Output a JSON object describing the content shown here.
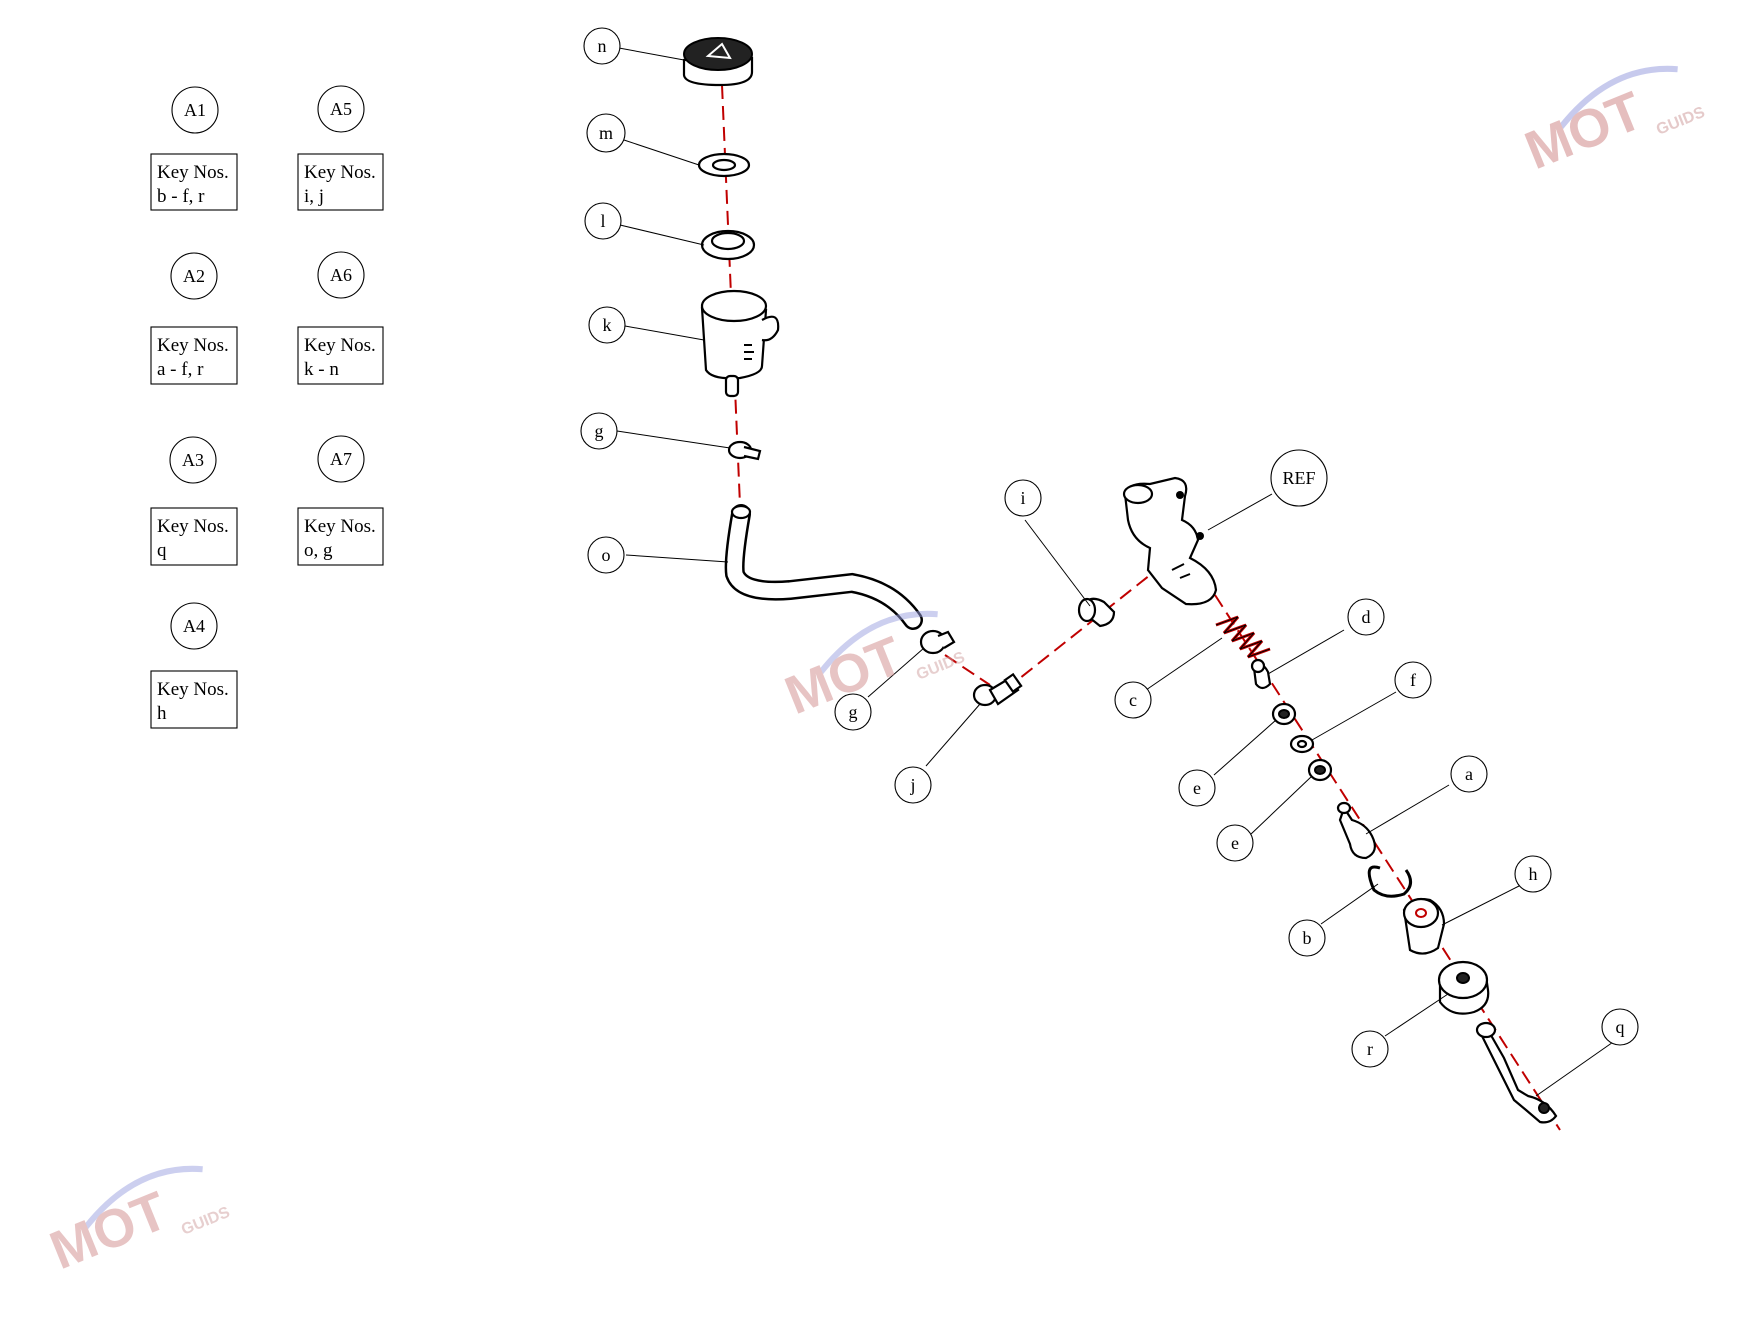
{
  "assemblies": [
    {
      "id": "A1",
      "title": "Key Nos.",
      "keys": "b - f, r"
    },
    {
      "id": "A5",
      "title": "Key Nos.",
      "keys": "i, j"
    },
    {
      "id": "A2",
      "title": "Key Nos.",
      "keys": "a - f, r"
    },
    {
      "id": "A6",
      "title": "Key Nos.",
      "keys": "k - n"
    },
    {
      "id": "A3",
      "title": "Key Nos.",
      "keys": "q"
    },
    {
      "id": "A7",
      "title": "Key Nos.",
      "keys": "o, g"
    },
    {
      "id": "A4",
      "title": "Key Nos.",
      "keys": "h"
    }
  ],
  "callouts": [
    "n",
    "m",
    "l",
    "k",
    "g",
    "o",
    "g",
    "i",
    "j",
    "REF",
    "c",
    "d",
    "e",
    "f",
    "e",
    "a",
    "b",
    "h",
    "r",
    "q"
  ],
  "watermark": {
    "brand": "MOT",
    "sub": "GUIDS"
  },
  "colors": {
    "axis": "#c00000",
    "line": "#000000",
    "watermark_red": "#d08a8a",
    "watermark_blue": "#9aa0e0"
  }
}
